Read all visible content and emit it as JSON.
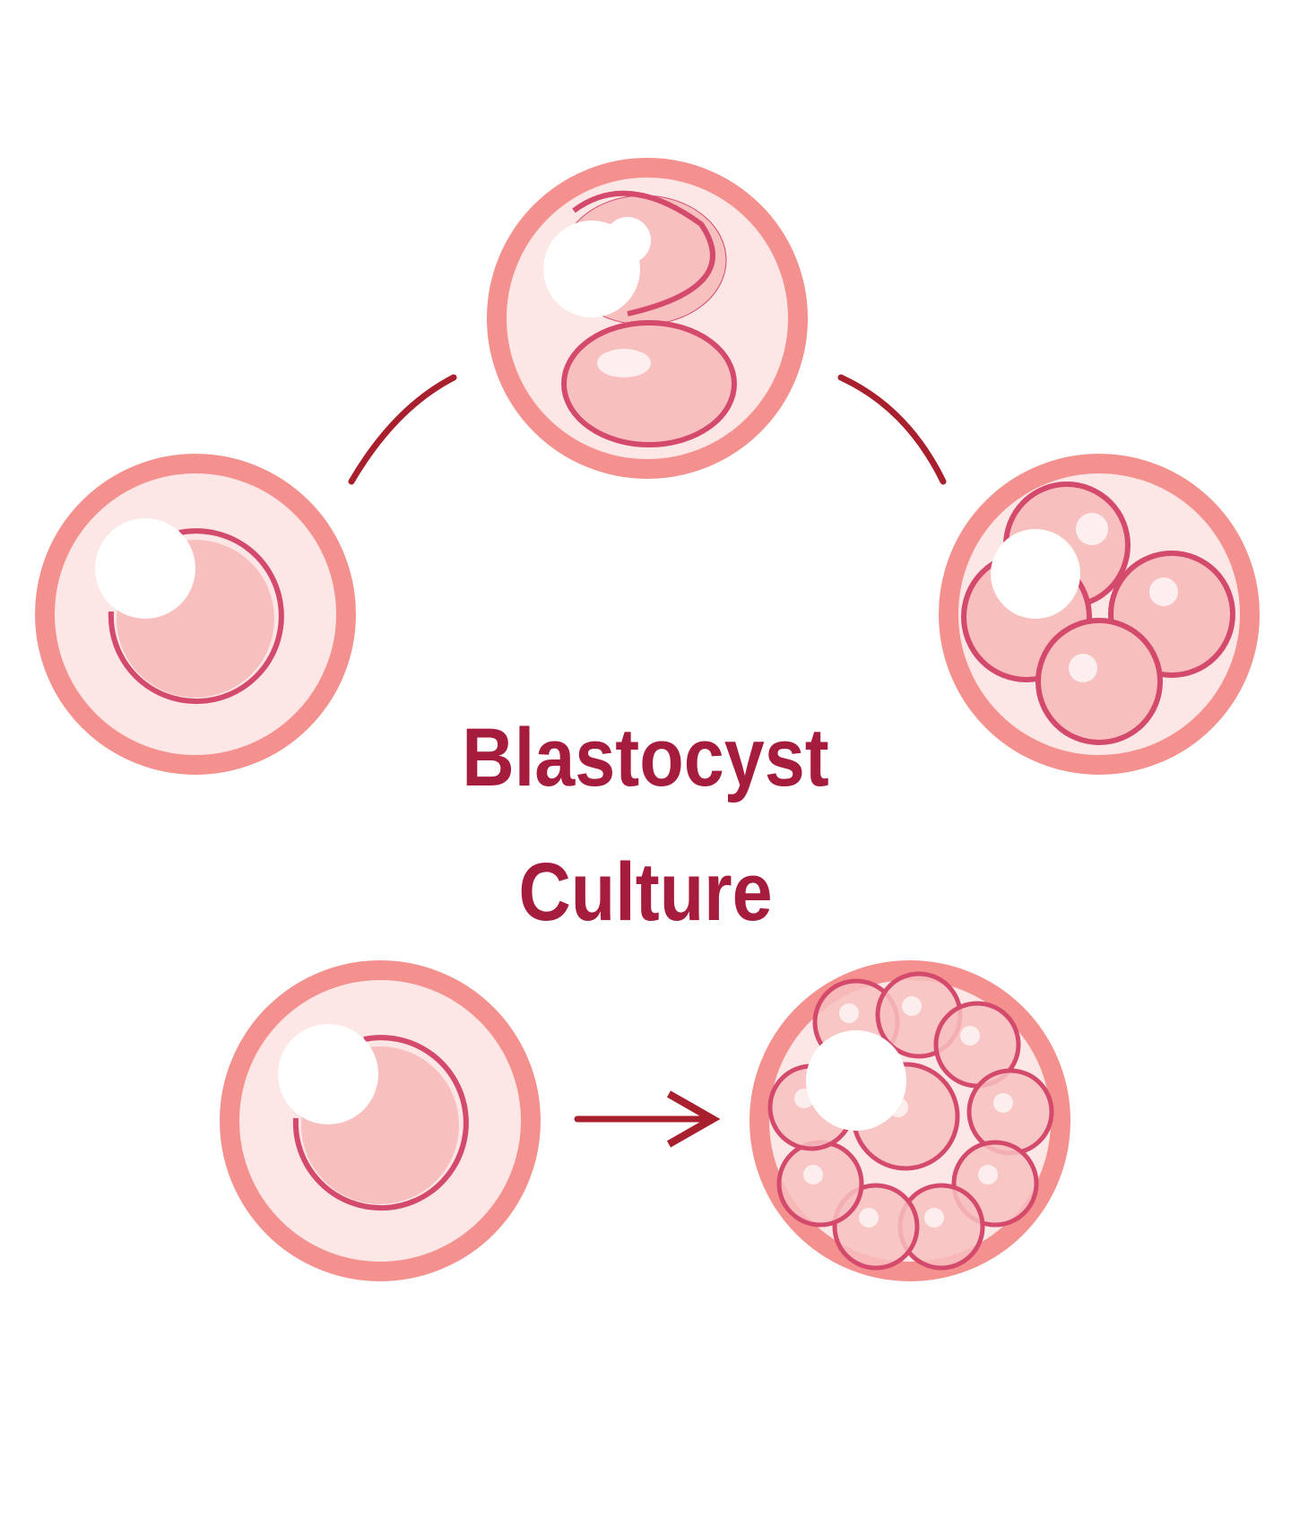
{
  "title": {
    "line1": "Blastocyst",
    "line2": "Culture"
  },
  "colors": {
    "ring": "#f4908e",
    "ring_interior": "#fde7e6",
    "cell_fill": "#f8bfbf",
    "cell_stroke": "#d44a6c",
    "highlight": "#ffffff",
    "arc": "#a8202e",
    "title": "#a51c3d"
  },
  "stages": [
    {
      "name": "single-cell",
      "cells": 1
    },
    {
      "name": "two-cell",
      "cells": 2
    },
    {
      "name": "four-cell",
      "cells": 4
    },
    {
      "name": "single-cell",
      "cells": 1
    },
    {
      "name": "blastocyst",
      "cells": 10
    }
  ]
}
